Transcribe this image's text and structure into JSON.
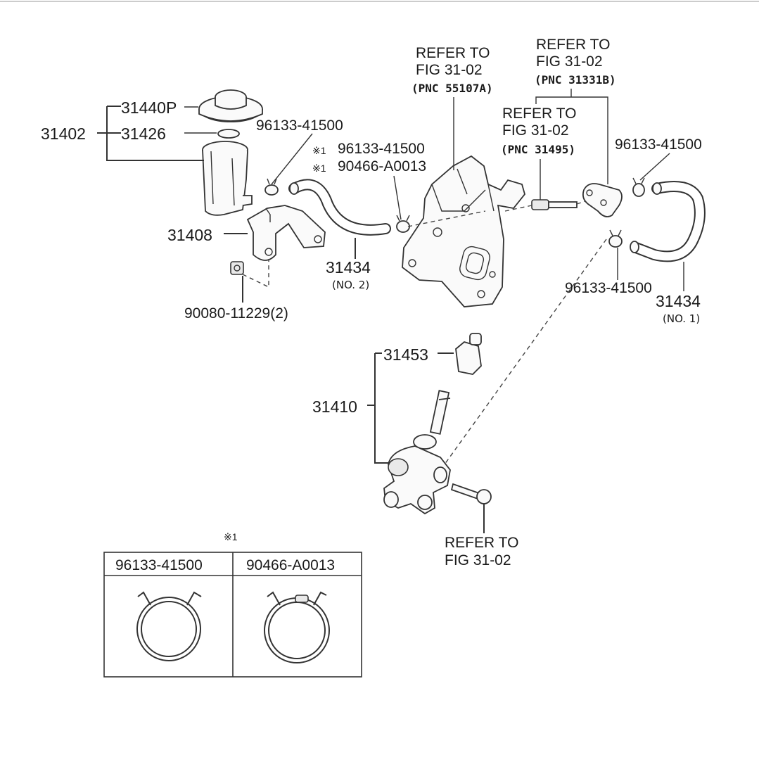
{
  "labels": {
    "assembly_31402": "31402",
    "cap_31440p": "31440P",
    "strainer_31426": "31426",
    "clip_top": "96133-41500",
    "clip_note_1": "96133-41500",
    "clip_note_2": "90466-A0013",
    "note_mark": "※1",
    "bracket_31408": "31408",
    "bolt_90080": "90080-11229(2)",
    "hose_no2": "31434",
    "hose_no2_sub": "(NO. 2)",
    "hose_no1": "31434",
    "hose_no1_sub": "(NO. 1)",
    "clip_right_top": "96133-41500",
    "clip_right_mid": "96133-41500",
    "sub_31453": "31453",
    "cyl_31410": "31410"
  },
  "refs": {
    "ref_a": {
      "line1": "REFER TO",
      "line2": "FIG 31-02",
      "pnc": "(PNC 55107A)"
    },
    "ref_b": {
      "line1": "REFER TO",
      "line2": "FIG 31-02",
      "pnc": "(PNC 31331B)"
    },
    "ref_c": {
      "line1": "REFER TO",
      "line2": "FIG 31-02",
      "pnc": "(PNC 31495)"
    },
    "ref_d": {
      "line1": "REFER TO",
      "line2": "FIG 31-02"
    }
  },
  "legend": {
    "mark": "※1",
    "col1": "96133-41500",
    "col2": "90466-A0013"
  }
}
